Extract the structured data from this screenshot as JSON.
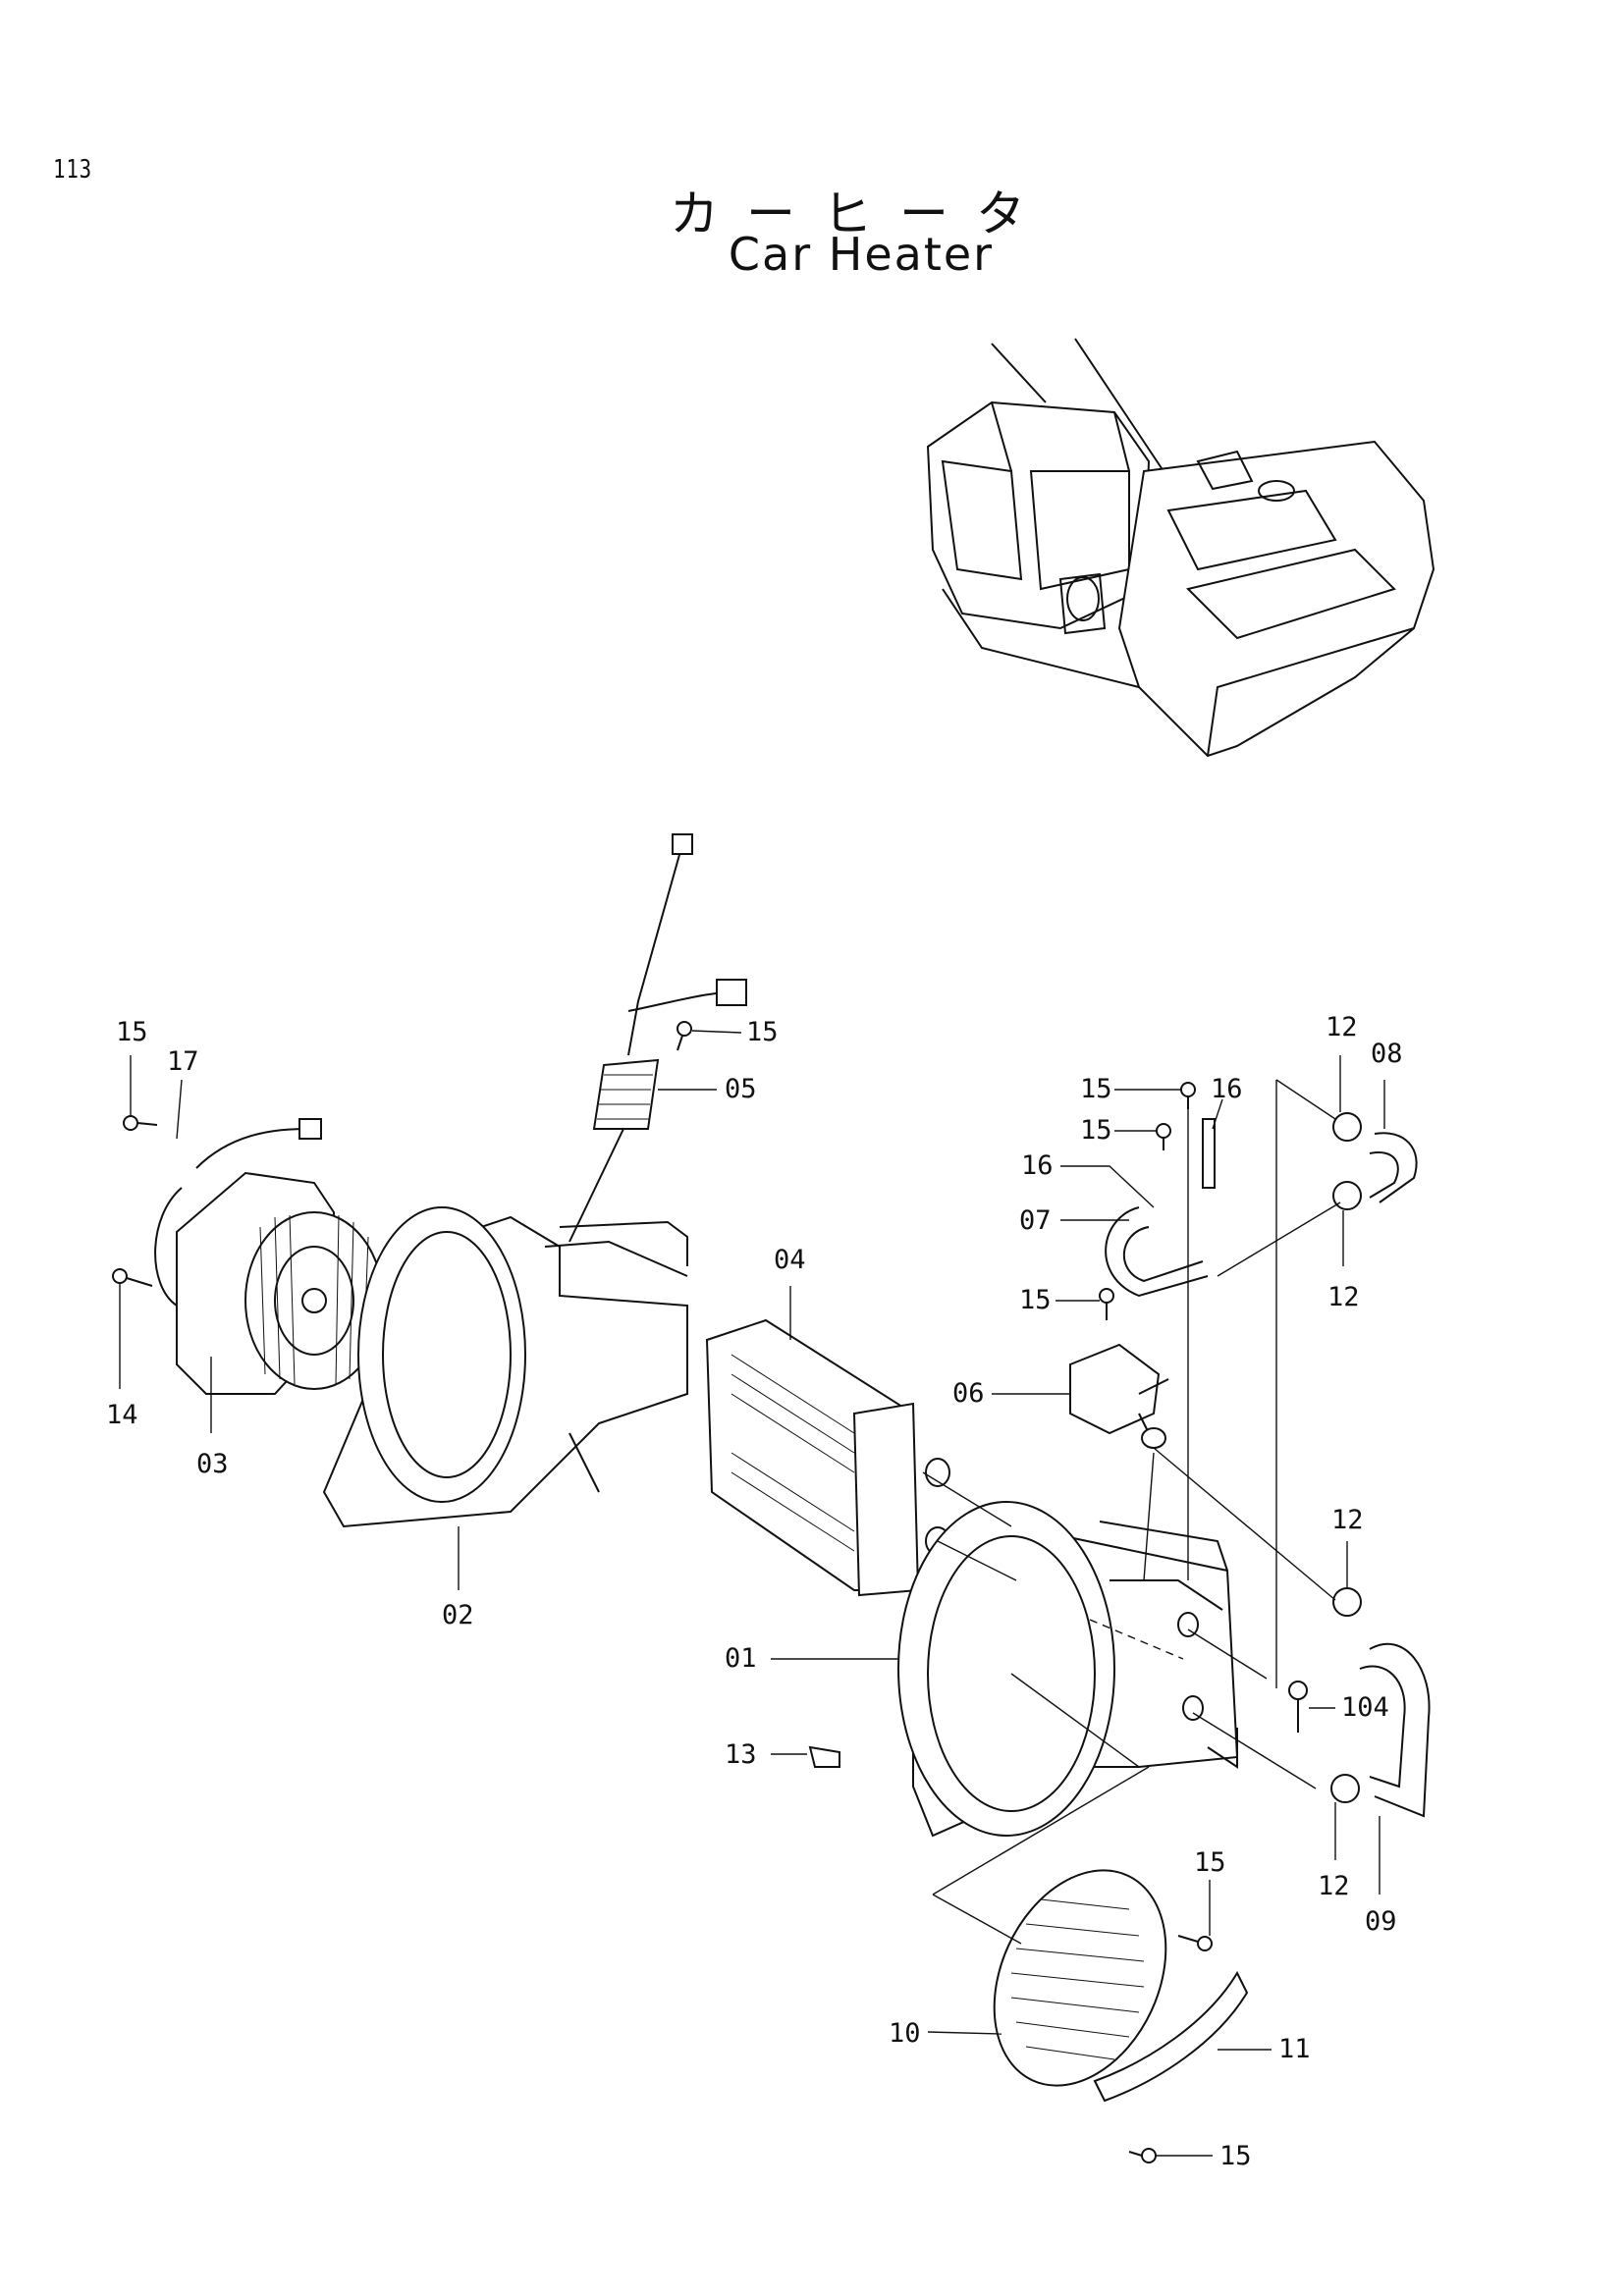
{
  "page_number": "113",
  "title_jp": "カーヒータ",
  "title_en": "Car Heater",
  "callouts": [
    {
      "id": "c15a",
      "text": "15"
    },
    {
      "id": "c17",
      "text": "17"
    },
    {
      "id": "c14",
      "text": "14"
    },
    {
      "id": "c03",
      "text": "03"
    },
    {
      "id": "c02",
      "text": "02"
    },
    {
      "id": "c15b",
      "text": "15"
    },
    {
      "id": "c05",
      "text": "05"
    },
    {
      "id": "c04",
      "text": "04"
    },
    {
      "id": "c15c",
      "text": "15"
    },
    {
      "id": "c16a",
      "text": "16"
    },
    {
      "id": "c15d",
      "text": "15"
    },
    {
      "id": "c16b",
      "text": "16"
    },
    {
      "id": "c07",
      "text": "07"
    },
    {
      "id": "c12a",
      "text": "12"
    },
    {
      "id": "c08",
      "text": "08"
    },
    {
      "id": "c12b",
      "text": "12"
    },
    {
      "id": "c15e",
      "text": "15"
    },
    {
      "id": "c06",
      "text": "06"
    },
    {
      "id": "c12c",
      "text": "12"
    },
    {
      "id": "c01",
      "text": "01"
    },
    {
      "id": "c104",
      "text": "104"
    },
    {
      "id": "c13",
      "text": "13"
    },
    {
      "id": "c12d",
      "text": "12"
    },
    {
      "id": "c09",
      "text": "09"
    },
    {
      "id": "c15f",
      "text": "15"
    },
    {
      "id": "c10",
      "text": "10"
    },
    {
      "id": "c11",
      "text": "11"
    },
    {
      "id": "c15g",
      "text": "15"
    }
  ]
}
